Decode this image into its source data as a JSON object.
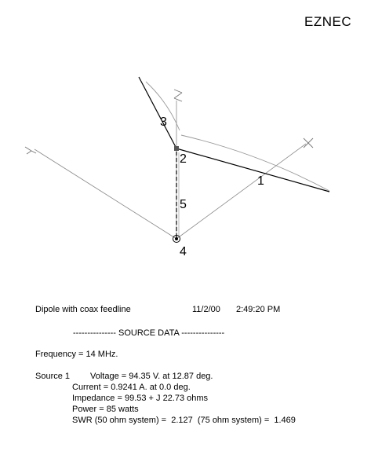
{
  "brand": "EZNEC",
  "diagram": {
    "axes": {
      "x_label": "X",
      "y_label": "Y",
      "z_label": "Z"
    },
    "labels": {
      "seg1": "1",
      "seg2": "2",
      "seg3": "3",
      "seg4": "4",
      "seg5": "5"
    }
  },
  "report": {
    "title": "Dipole with coax feedline",
    "date": "11/2/00",
    "time": "2:49:20 PM",
    "section_header": "--------------- SOURCE DATA ---------------",
    "frequency": "Frequency = 14 MHz.",
    "source_label": "Source 1",
    "voltage": "Voltage = 94.35 V. at 12.87 deg.",
    "current": "Current = 0.9241 A. at 0.0 deg.",
    "impedance": "Impedance = 99.53 + J 22.73 ohms",
    "power": "Power = 85 watts",
    "swr": "SWR (50 ohm system) =  2.127  (75 ohm system) =  1.469"
  }
}
